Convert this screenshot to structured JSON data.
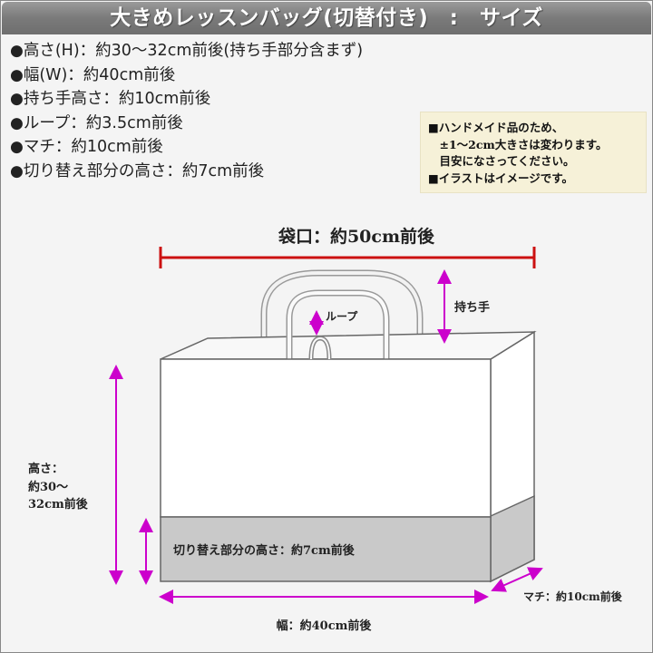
{
  "title": "大きめレッスンバッグ(切替付き)　:　サイズ",
  "specs": [
    "高さ(H)：約30～32cm前後(持ち手部分含まず)",
    "幅(W)：約40cm前後",
    "持ち手高さ：約10cm前後",
    "ループ：約3.5cm前後",
    "マチ：約10cm前後",
    "切り替え部分の高さ：約7cm前後"
  ],
  "spec_bullet": "●",
  "note_lines": [
    "■ハンドメイド品のため、",
    "　±1～2cm大きさは変わります。",
    "　目安になさってください。",
    "■イラストはイメージです。"
  ],
  "diagram": {
    "opening_label": "袋口：約50cm前後",
    "handle_label": "持ち手",
    "loop_label": "ループ",
    "height_label": [
      "高さ：",
      "約30～",
      "32cm前後"
    ],
    "switch_label": "切り替え部分の高さ：約7cm前後",
    "width_label": "幅：約40cm前後",
    "gusset_label": "マチ：約10cm前後"
  },
  "colors": {
    "dimension_arrow": "#cc00cc",
    "opening_arrow": "#cc1111",
    "bag_bottom": "#c9c9c9",
    "note_bg": "#f6f1d8"
  }
}
